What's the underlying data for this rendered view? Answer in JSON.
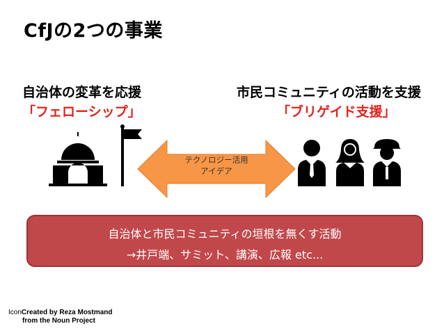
{
  "title": "CfJの2つの事業",
  "left": {
    "heading": "自治体の変革を応援",
    "sub": "「フェローシップ」"
  },
  "right": {
    "heading": "市民コミュニティの活動を支援",
    "sub": "「ブリゲイド支援」"
  },
  "arrow": {
    "line1": "テクノロジー活用",
    "line2": "アイデア",
    "color": "#f79646"
  },
  "banner": {
    "line1": "自治体と市民コミュニティの垣根を無くす活動",
    "line2": "→井戸端、サミット、講演、広報 etc...",
    "color": "#c1484a"
  },
  "credit": {
    "icon_word": "Icon",
    "line1": "Created by Reza Mostmand",
    "line2": "from the Noun Project"
  },
  "accent_red": "#e0231d"
}
